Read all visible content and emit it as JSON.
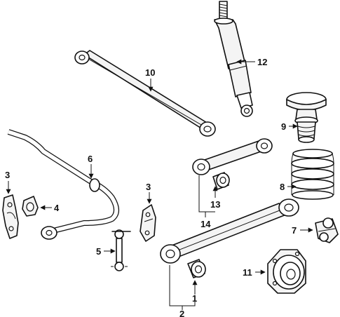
{
  "colors": {
    "line": "#111111",
    "background": "#ffffff",
    "part_fill": "#f4f4f4"
  },
  "callouts": {
    "c1": "1",
    "c2": "2",
    "c3a": "3",
    "c3b": "3",
    "c4": "4",
    "c5": "5",
    "c6": "6",
    "c7": "7",
    "c8": "8",
    "c9": "9",
    "c10": "10",
    "c11": "11",
    "c12": "12",
    "c13": "13",
    "c14": "14"
  }
}
